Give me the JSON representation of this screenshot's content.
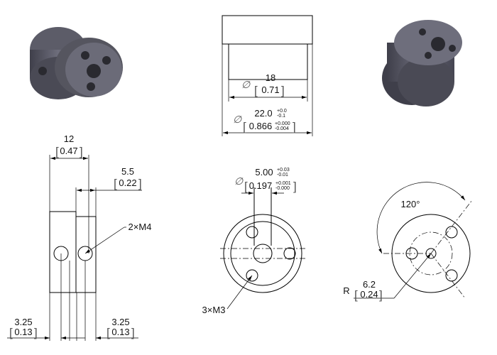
{
  "top_view": {
    "bore_dia_mm": "18",
    "bore_dia_in": "0.71",
    "outer_dia_mm": "22.0",
    "outer_tol_mm_plus": "+0.0",
    "outer_tol_mm_minus": "-0.1",
    "outer_dia_in": "0.866",
    "outer_tol_in_plus": "+0.000",
    "outer_tol_in_minus": "-0.004",
    "diameter_symbol": "∅"
  },
  "side_view": {
    "width_mm": "12",
    "width_in": "0.47",
    "flange_mm": "5.5",
    "flange_in": "0.22",
    "thread_label": "2×M4",
    "left_offset_mm": "3.25",
    "left_offset_in": "0.13",
    "right_offset_mm": "3.25",
    "right_offset_in": "0.13"
  },
  "front_view": {
    "shaft_dia_mm": "5.00",
    "shaft_tol_mm_plus": "+0.03",
    "shaft_tol_mm_minus": "-0.01",
    "shaft_dia_in": "0.197",
    "shaft_tol_in_plus": "+0.001",
    "shaft_tol_in_minus": "-0.000",
    "hole_label": "3×M3"
  },
  "back_view": {
    "angle": "120°",
    "radius_prefix": "R",
    "radius_mm": "6.2",
    "radius_in": "0.24"
  },
  "colors": {
    "part_dark": "#4a4a55",
    "part_mid": "#6b6b78",
    "part_light": "#8a8a96"
  }
}
